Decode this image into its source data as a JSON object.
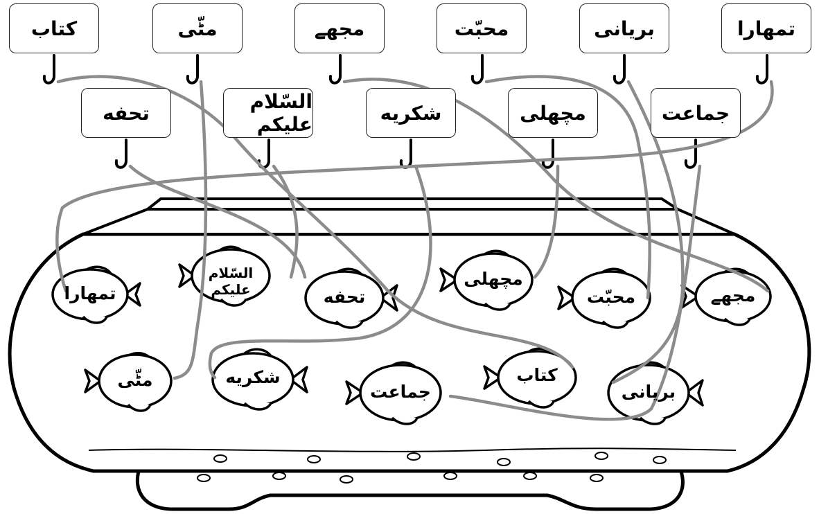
{
  "top_row_words": [
    "كتاب",
    "مٹّی",
    "مجھے",
    "محبّت",
    "بریانی",
    "تمھارا"
  ],
  "second_row_words": [
    "تحفه",
    "السّلام علیکم",
    "شکریه",
    "مچھلی",
    "جماعت"
  ],
  "fish_row_1": [
    "تمھارا",
    "السّلام علیکم",
    "تحفه",
    "مچھلی",
    "محبّت",
    "مجھے"
  ],
  "fish_row_2": [
    "مٹّی",
    "شکریه",
    "جماعت",
    "کتاب",
    "بریانی"
  ]
}
